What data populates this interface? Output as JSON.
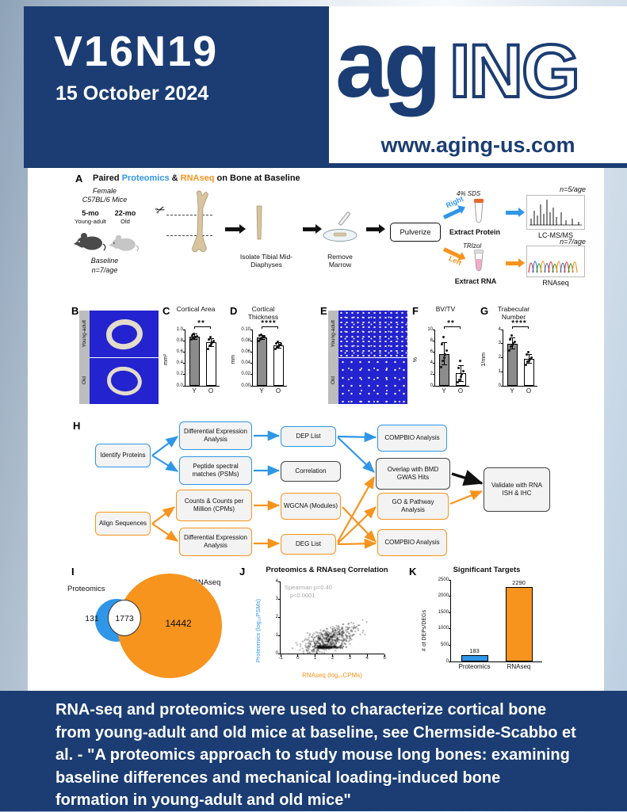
{
  "header": {
    "issue": "V16N19",
    "date": "15 October 2024",
    "logo": {
      "ag": "ag",
      "ing": "ING"
    },
    "website": "www.aging-us.com"
  },
  "panel_labels": {
    "a": "A",
    "b": "B",
    "c": "C",
    "d": "D",
    "e": "E",
    "f": "F",
    "g": "G",
    "h": "H",
    "i": "I",
    "j": "J",
    "k": "K"
  },
  "panelA": {
    "title": {
      "pre": "Paired ",
      "proteomics": "Proteomics",
      "amp": " & ",
      "rnaseq": "RNAseq",
      "post": " on Bone at Baseline"
    },
    "mice": {
      "strain1": "Female",
      "strain2": "C57BL/6 Mice",
      "young_age": "5-mo",
      "old_age": "22-mo",
      "young_label": "Young-adult",
      "old_label": "Old",
      "baseline": "Baseline",
      "n": "n=7/age"
    },
    "steps": {
      "isolate": "Isolate Tibial Mid-Diaphyses",
      "remove": "Remove Marrow",
      "pulverize": "Pulverize"
    },
    "branches": {
      "right": "Right",
      "left": "Left",
      "sds": "4% SDS",
      "trizol": "TRIzol",
      "extract_protein": "Extract Protein",
      "extract_rna": "Extract RNA",
      "lcmsms": "LC-MS/MS",
      "rnaseq": "RNAseq",
      "n_protein": "n=5/age",
      "n_rna": "n=7/age"
    }
  },
  "microct": {
    "young": "Young-adult",
    "old": "Old"
  },
  "flow": {
    "boxes": [
      {
        "id": "identify-proteins",
        "label": "Identify Proteins",
        "color": "blue"
      },
      {
        "id": "align-sequences",
        "label": "Align Sequences",
        "color": "orange"
      },
      {
        "id": "dea-proteomics",
        "label": "Differential Expression Analysis",
        "color": "blue"
      },
      {
        "id": "psms",
        "label": "Peptide spectral matches (PSMs)",
        "color": "blue"
      },
      {
        "id": "cpms",
        "label": "Counts & Counts per Million (CPMs)",
        "color": "orange"
      },
      {
        "id": "dea-rnaseq",
        "label": "Differential Expression Analysis",
        "color": "orange"
      },
      {
        "id": "dep-list",
        "label": "DEP List",
        "color": "blue"
      },
      {
        "id": "correlation",
        "label": "Correlation",
        "color": "dark"
      },
      {
        "id": "wgcna",
        "label": "WGCNA (Modules)",
        "color": "orange"
      },
      {
        "id": "deg-list",
        "label": "DEG List",
        "color": "orange"
      },
      {
        "id": "compbio-proteomics",
        "label": "COMPBIO Analysis",
        "color": "blue"
      },
      {
        "id": "overlap-gwas",
        "label": "Overlap with BMD GWAS Hits",
        "color": "dark"
      },
      {
        "id": "go-pathway",
        "label": "GO & Pathway Analysis",
        "color": "orange"
      },
      {
        "id": "compbio-rnaseq",
        "label": "COMPBIO Analysis",
        "color": "orange"
      },
      {
        "id": "validate",
        "label": "Validate with RNA ISH & IHC",
        "color": "dark"
      }
    ]
  },
  "venn": {
    "left_label": "Proteomics",
    "right_label": "RNAseq",
    "left_only": "131",
    "overlap": "1773",
    "right_only": "14442"
  },
  "caption": "RNA-seq and proteomics were used to characterize cortical bone from young-adult and old mice at baseline, see Chermside-Scabbo et al. - \"A proteomics approach to study mouse long bones: examining baseline differences and mechanical loading-induced bone formation in young-adult and old mice\"",
  "chart_data": [
    {
      "id": "cortical-area",
      "type": "bar",
      "title": "Cortical Area",
      "ylabel": "mm²",
      "categories": [
        "Y",
        "O"
      ],
      "values": [
        0.87,
        0.77
      ],
      "errors": [
        0.05,
        0.07
      ],
      "points": [
        [
          0.82,
          0.84,
          0.86,
          0.87,
          0.88,
          0.9,
          0.92
        ],
        [
          0.66,
          0.71,
          0.74,
          0.77,
          0.8,
          0.83,
          0.86
        ]
      ],
      "ylim": [
        0,
        1.0
      ],
      "yticks": [
        "1.0",
        "0.8",
        "0.6",
        "0.4",
        "0.2",
        "0.0"
      ],
      "significance": "**",
      "bar_colors": [
        "#8c8c8c",
        "#ffffff"
      ]
    },
    {
      "id": "cortical-thickness",
      "type": "bar",
      "title": "Cortical Thickness",
      "ylabel": "mm",
      "categories": [
        "Y",
        "O"
      ],
      "values": [
        0.086,
        0.072
      ],
      "errors": [
        0.004,
        0.005
      ],
      "points": [
        [
          0.08,
          0.083,
          0.085,
          0.086,
          0.088,
          0.09,
          0.091
        ],
        [
          0.065,
          0.068,
          0.07,
          0.072,
          0.074,
          0.076,
          0.078
        ]
      ],
      "ylim": [
        0,
        0.1
      ],
      "yticks": [
        "0.10",
        "0.08",
        "0.06",
        "0.04",
        "0.02",
        "0.00"
      ],
      "significance": "****",
      "bar_colors": [
        "#8c8c8c",
        "#ffffff"
      ]
    },
    {
      "id": "bv-tv",
      "type": "bar",
      "title": "BV/TV",
      "ylabel": "%",
      "categories": [
        "Y",
        "O"
      ],
      "values": [
        5.7,
        2.2
      ],
      "errors": [
        2.0,
        1.4
      ],
      "points": [
        [
          3.3,
          4.4,
          5.0,
          5.6,
          6.2,
          7.4,
          8.6
        ],
        [
          0.7,
          1.1,
          1.6,
          2.1,
          2.6,
          3.2,
          4.4
        ]
      ],
      "ylim": [
        0,
        10
      ],
      "yticks": [
        "10",
        "8",
        "6",
        "4",
        "2",
        "0"
      ],
      "significance": "**",
      "bar_colors": [
        "#8c8c8c",
        "#ffffff"
      ]
    },
    {
      "id": "trabecular-number",
      "type": "bar",
      "title": "Trabecular Number",
      "ylabel": "1/mm",
      "categories": [
        "Y",
        "O"
      ],
      "values": [
        3.0,
        1.9
      ],
      "errors": [
        0.4,
        0.3
      ],
      "points": [
        [
          2.5,
          2.8,
          2.9,
          3.0,
          3.1,
          3.3,
          3.6
        ],
        [
          1.5,
          1.7,
          1.8,
          1.9,
          2.0,
          2.2,
          2.4
        ]
      ],
      "ylim": [
        0,
        4
      ],
      "yticks": [
        "4",
        "3",
        "2",
        "1",
        "0"
      ],
      "significance": "****",
      "bar_colors": [
        "#8c8c8c",
        "#ffffff"
      ]
    },
    {
      "id": "proteomics-rnaseq-correlation",
      "type": "scatter",
      "title": "Proteomics & RNAseq Correlation",
      "xlabel": "RNAseq (log₁₀CPMs)",
      "ylabel": "Proteomics (log₁₀PSMs)",
      "annotation": [
        "Spearman ρ=0.40",
        "p<0.0001"
      ],
      "spearman_rho": 0.4,
      "xlim": [
        -1,
        5
      ],
      "ylim": [
        0,
        4
      ],
      "xticks": [
        "-1",
        "0",
        "1",
        "2",
        "3",
        "4",
        "5"
      ],
      "yticks": [
        "4",
        "3",
        "2",
        "1",
        "0"
      ],
      "n_points": 750
    },
    {
      "id": "significant-targets",
      "type": "bar",
      "title": "Significant Targets",
      "ylabel": "# of DEPs/DEGs",
      "categories": [
        "Proteomics",
        "RNAseq"
      ],
      "values": [
        183,
        2290
      ],
      "ylim": [
        0,
        2500
      ],
      "yticks": [
        "2500",
        "2000",
        "1500",
        "1000",
        "500",
        "0"
      ],
      "bar_colors": [
        "#2f96e8",
        "#f7941d"
      ],
      "show_values": true
    }
  ]
}
